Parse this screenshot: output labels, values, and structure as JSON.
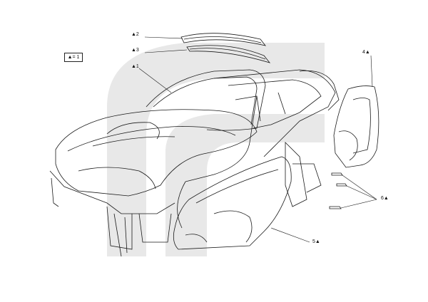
{
  "legend": {
    "text": "▲= 1"
  },
  "callouts": [
    {
      "id": "1",
      "text": "▲1"
    },
    {
      "id": "2",
      "text": "▲2"
    },
    {
      "id": "3",
      "text": "▲3"
    },
    {
      "id": "4",
      "text": "4▲"
    },
    {
      "id": "5",
      "text": "5▲"
    },
    {
      "id": "6",
      "text": "6▲"
    }
  ],
  "colors": {
    "line": "#1a1a1a",
    "watermark": "#e9e9e9",
    "background": "#ffffff"
  }
}
